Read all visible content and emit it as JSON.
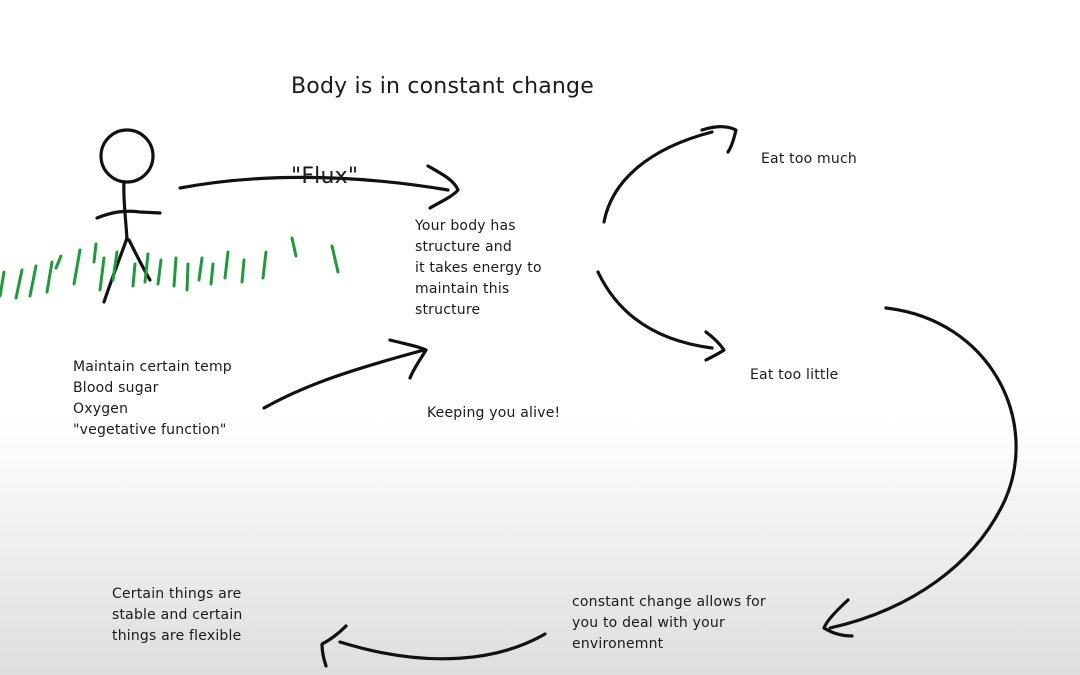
{
  "title": {
    "line1": "Body is in constant change",
    "line2": "\"Flux\""
  },
  "notes": {
    "structure": "Your body has\nstructure and\nit takes energy to\nmaintain this\nstructure",
    "eat_too_much": "Eat too much",
    "eat_too_little": "Eat too little",
    "maintain": "Maintain certain temp\nBlood sugar\nOxygen\n\"vegetative function\"",
    "alive": "Keeping you alive!",
    "constant_change": "constant change allows for\nyou to deal with your\nenvironemnt",
    "stable_flexible": "Certain things are\nstable and certain\nthings are flexible"
  },
  "colors": {
    "ink": "#111111",
    "grass": "#1f9a3a"
  }
}
